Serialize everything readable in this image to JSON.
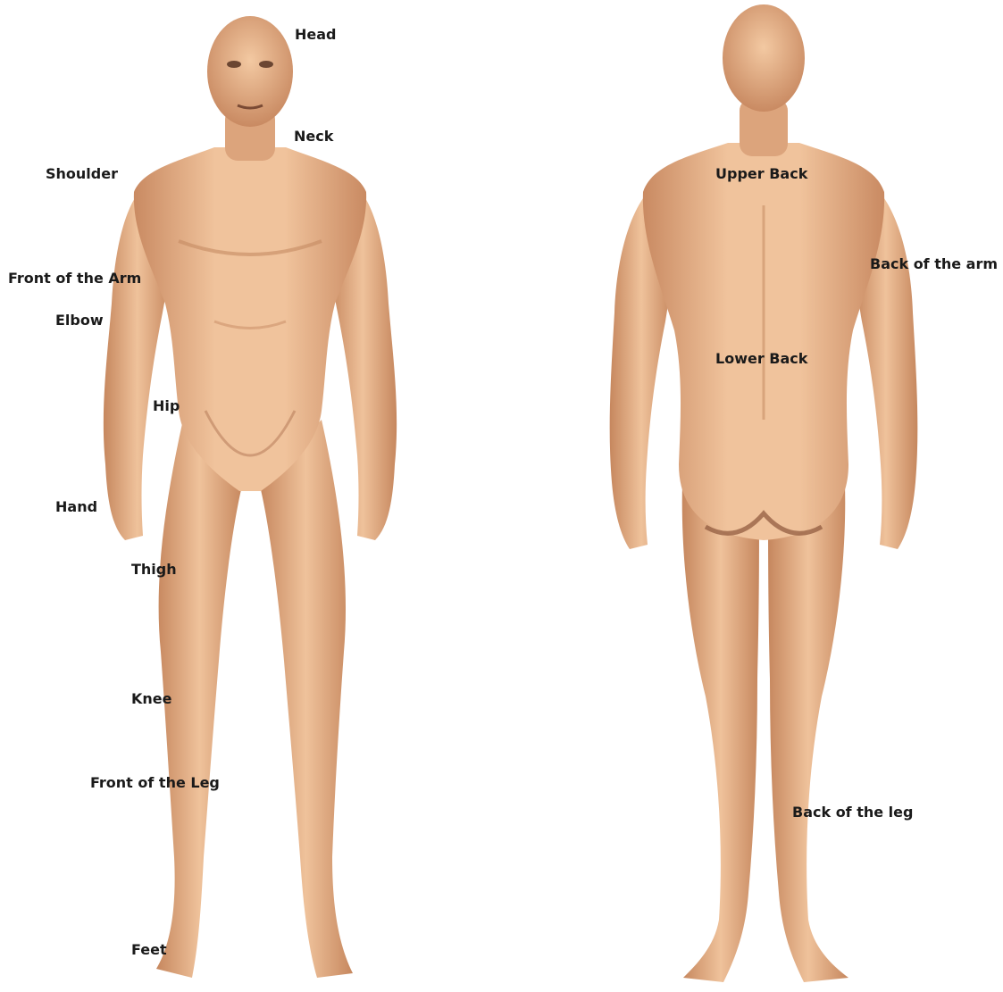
{
  "colors": {
    "skin": "#e8b48c",
    "skin_light": "#f3c9a2",
    "skin_shadow": "#b97c57",
    "label": "#1a1a1a"
  },
  "front_view": {
    "labels": {
      "head": "Head",
      "neck": "Neck",
      "shoulder": "Shoulder",
      "front_arm": "Front of the Arm",
      "elbow": "Elbow",
      "hip": "Hip",
      "hand": "Hand",
      "thigh": "Thigh",
      "knee": "Knee",
      "front_leg": "Front of the Leg",
      "feet": "Feet"
    }
  },
  "back_view": {
    "labels": {
      "upper_back": "Upper Back",
      "back_arm": "Back of the arm",
      "lower_back": "Lower Back",
      "back_leg": "Back of the leg"
    }
  }
}
